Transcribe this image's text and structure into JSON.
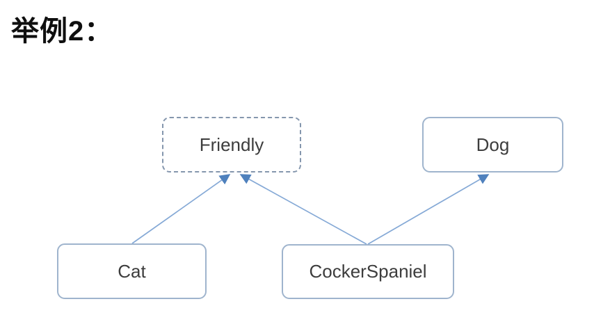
{
  "title": "举例2：",
  "diagram": {
    "nodes": [
      {
        "id": "friendly",
        "label": "Friendly",
        "style": "dashed"
      },
      {
        "id": "dog",
        "label": "Dog",
        "style": "solid"
      },
      {
        "id": "cat",
        "label": "Cat",
        "style": "solid"
      },
      {
        "id": "cockerspaniel",
        "label": "CockerSpaniel",
        "style": "solid"
      }
    ],
    "edges": [
      {
        "from": "cat",
        "to": "friendly",
        "type": "arrow"
      },
      {
        "from": "cockerspaniel",
        "to": "friendly",
        "type": "arrow"
      },
      {
        "from": "cockerspaniel",
        "to": "dog",
        "type": "arrow"
      }
    ]
  },
  "colors": {
    "background": "#ffffff",
    "title_text": "#0f0f0f",
    "node_text": "#3d3d3d",
    "solid_border": "#9fb4cd",
    "dashed_border": "#8496ad",
    "arrow_line": "#85a9d6",
    "arrow_head": "#4f81bd"
  }
}
